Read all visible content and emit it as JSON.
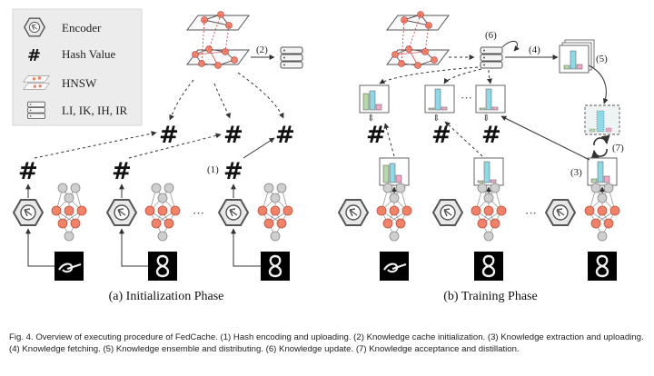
{
  "legend": {
    "items": [
      {
        "label": "Encoder",
        "icon": "encoder-hexagon-icon"
      },
      {
        "label": "Hash Value",
        "icon": "hash-icon"
      },
      {
        "label": "HNSW",
        "icon": "hnsw-graph-icon"
      },
      {
        "label": "LI, IK, IH, IR",
        "icon": "database-server-icon"
      }
    ]
  },
  "panels": {
    "init_label": "(a) Initialization Phase",
    "train_label": "(b) Training Phase"
  },
  "symbols": {
    "hash": "#",
    "ellipsis": "···"
  },
  "steps": {
    "s1": "(1)",
    "s2": "(2)",
    "s3": "(3)",
    "s4": "(4)",
    "s5": "(5)",
    "s6": "(6)",
    "s7": "(7)"
  },
  "caption": "Fig. 4. Overview of executing procedure of FedCache. (1) Hash encoding and uploading. (2) Knowledge cache initialization. (3) Knowledge extraction and uploading. (4) Knowledge fetching. (5) Knowledge ensemble and distributing. (6) Knowledge update. (7) Knowledge acceptance and distillation.",
  "colors": {
    "node_orange": "#f0826a",
    "node_gray": "#cfcfcf",
    "bar_green": "#b6d7a8",
    "bar_cyan": "#8fd8e6",
    "bar_pink": "#f4a6c8",
    "legend_bg": "#ececec"
  }
}
